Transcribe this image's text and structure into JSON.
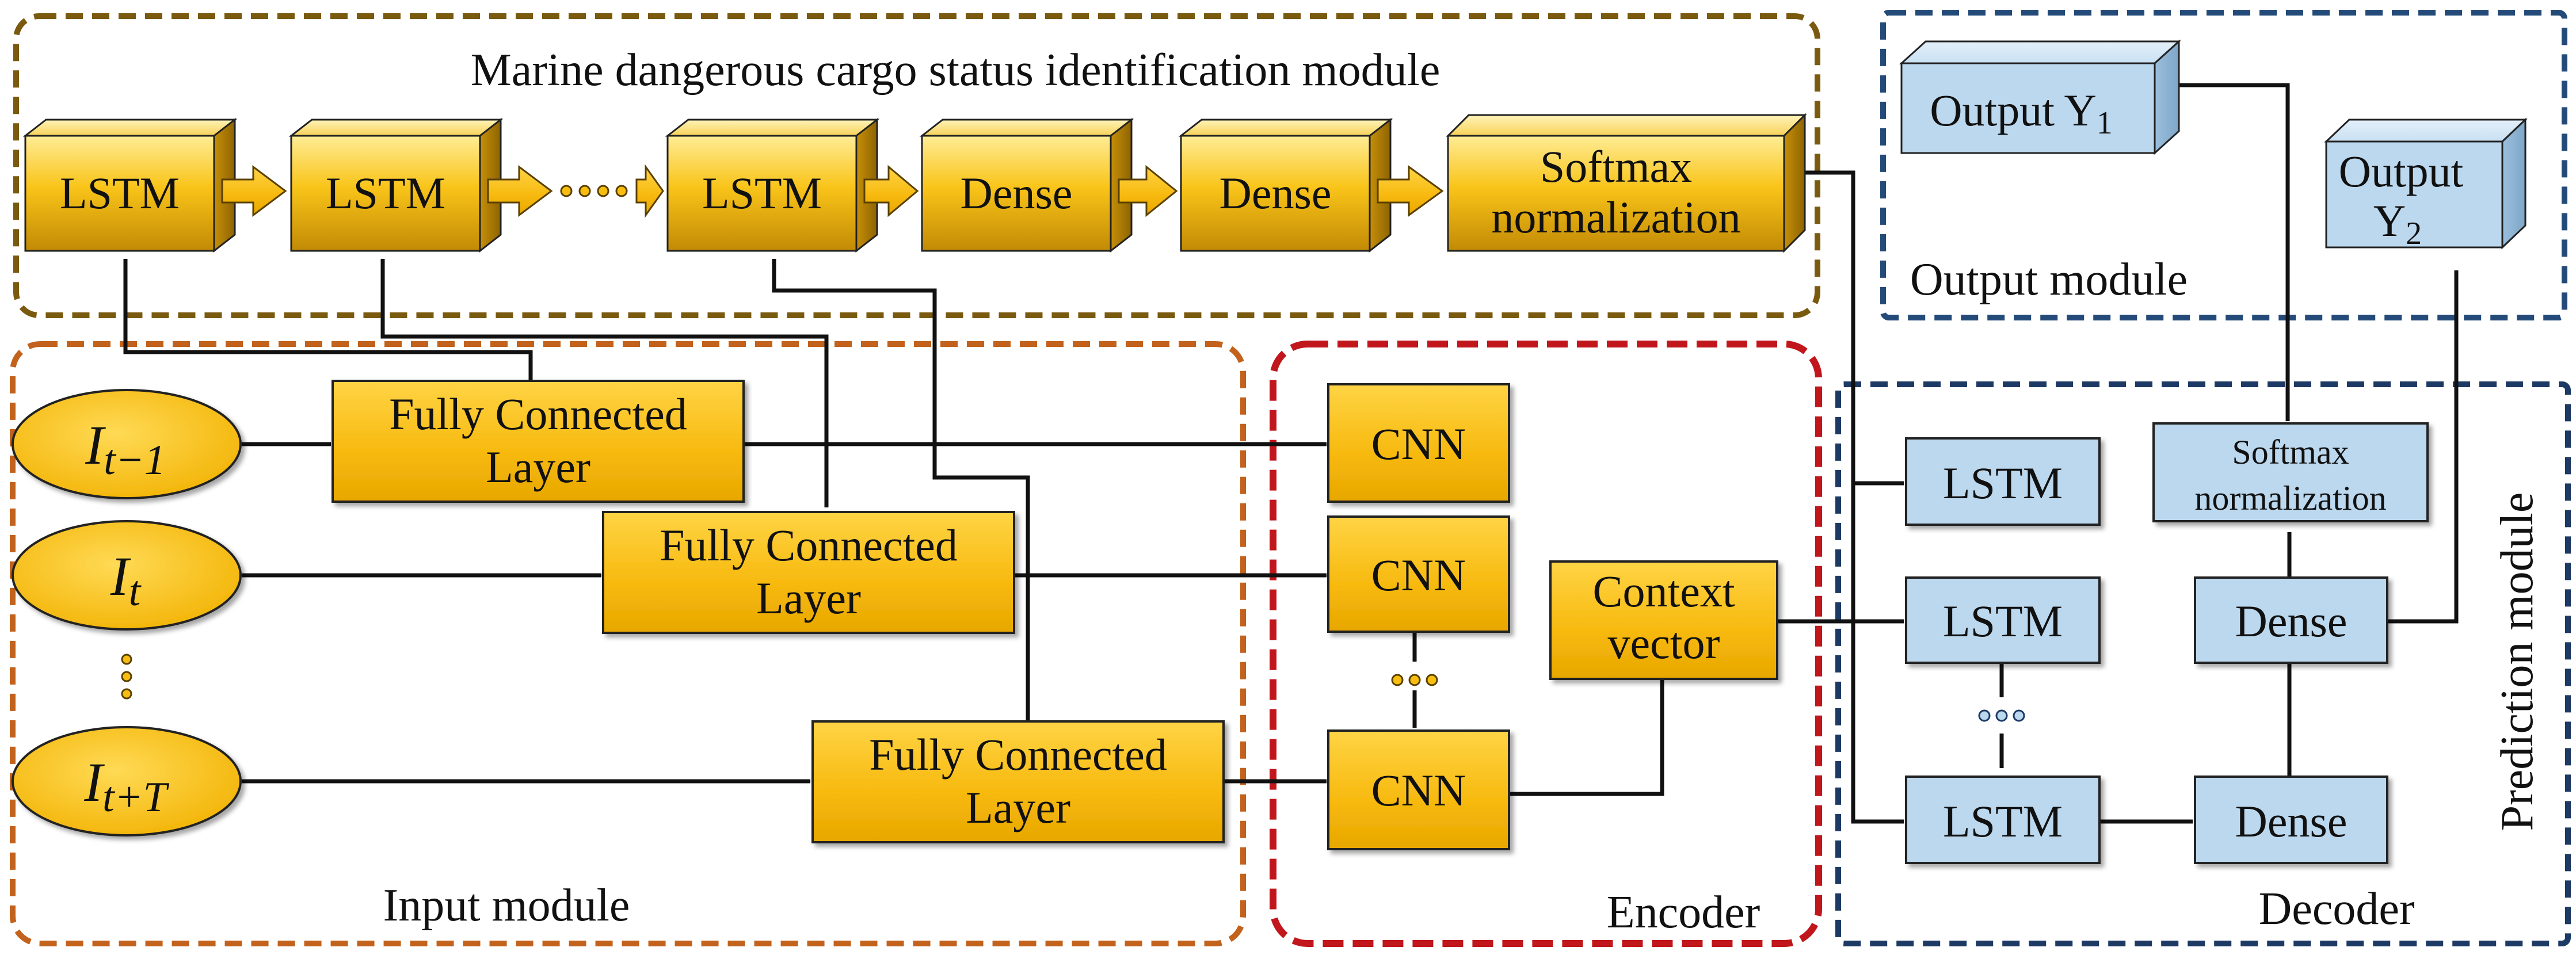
{
  "colors": {
    "gold_light": "#FFE680",
    "gold": "#F7BE10",
    "gold_dark": "#B98400",
    "blue_box": "#BCD8EE",
    "status_border": "#7A5A0F",
    "input_border": "#C2621C",
    "encoder_border": "#C0161C",
    "output_border": "#234A78",
    "prediction_border": "#1D3A64",
    "line": "#111111"
  },
  "modules": {
    "status": "Marine dangerous cargo status identification module",
    "input": "Input module",
    "encoder": "Encoder",
    "output": "Output module",
    "prediction": "Prediction module",
    "decoder": "Decoder"
  },
  "status_chain": {
    "lstm1": "LSTM",
    "lstm2": "LSTM",
    "lstm3": "LSTM",
    "dense1": "Dense",
    "dense2": "Dense",
    "softmax_l1": "Softmax",
    "softmax_l2": "normalization"
  },
  "inputs": {
    "i1": {
      "base": "I",
      "sub": "t−1"
    },
    "i2": {
      "base": "I",
      "sub": "t"
    },
    "i3": {
      "base": "I",
      "sub": "t+T"
    }
  },
  "fc": {
    "line1": "Fully Connected",
    "line2": "Layer"
  },
  "encoder": {
    "cnn1": "CNN",
    "cnn2": "CNN",
    "cnn3": "CNN",
    "context_l1": "Context",
    "context_l2": "vector"
  },
  "decoder": {
    "lstm1": "LSTM",
    "lstm2": "LSTM",
    "lstm3": "LSTM",
    "dense1": "Dense",
    "dense2": "Dense",
    "softmax_l1": "Softmax",
    "softmax_l2": "normalization"
  },
  "outputs": {
    "y1_label": "Output Y",
    "y1_sub": "1",
    "y2_l1": "Output",
    "y2_l2": "Y",
    "y2_sub": "2"
  }
}
